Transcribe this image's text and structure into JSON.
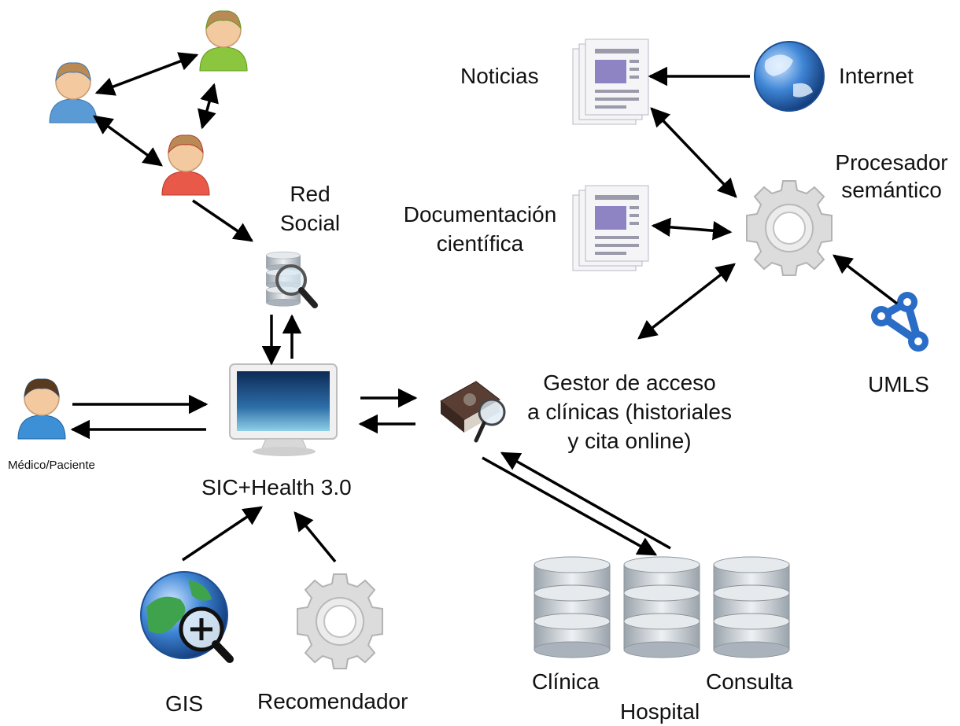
{
  "labels": {
    "noticias": "Noticias",
    "internet": "Internet",
    "procesador_line1": "Procesador",
    "procesador_line2": "semántico",
    "documentacion_line1": "Documentación",
    "documentacion_line2": "científica",
    "red_line1": "Red",
    "red_line2": "Social",
    "gestor_line1": "Gestor de acceso",
    "gestor_line2": "a clínicas (historiales",
    "gestor_line3": "y cita online)",
    "umls": "UMLS",
    "medico": "Médico/Paciente",
    "sic": "SIC+Health 3.0",
    "gis": "GIS",
    "recomendador": "Recomendador",
    "clinica": "Clínica",
    "hospital": "Hospital",
    "consulta": "Consulta"
  },
  "icons": {
    "users": [
      "user-blue-icon",
      "user-green-icon",
      "user-red-icon"
    ],
    "social_db": "database-search-icon",
    "monitor": "monitor-icon",
    "doctor": "doctor-icon",
    "gis": "globe-search-icon",
    "recomendador": "gear-icon",
    "gestor": "book-search-icon",
    "databases": [
      "database-icon",
      "database-icon",
      "database-icon"
    ],
    "news": "newspaper-icon",
    "docs": "document-stack-icon",
    "internet": "globe-icon",
    "processor": "gear-icon",
    "umls": "network-icon"
  },
  "colors": {
    "user_blue": "#5b9bd5",
    "user_green": "#8cc63f",
    "user_red": "#e8594a",
    "doc_purple": "#8e84c4",
    "globe_blue": "#2d6fc0",
    "umls_blue": "#2a6dc6",
    "gear_gray": "#d6d6d6",
    "db_gray": "#c8ccd0"
  }
}
